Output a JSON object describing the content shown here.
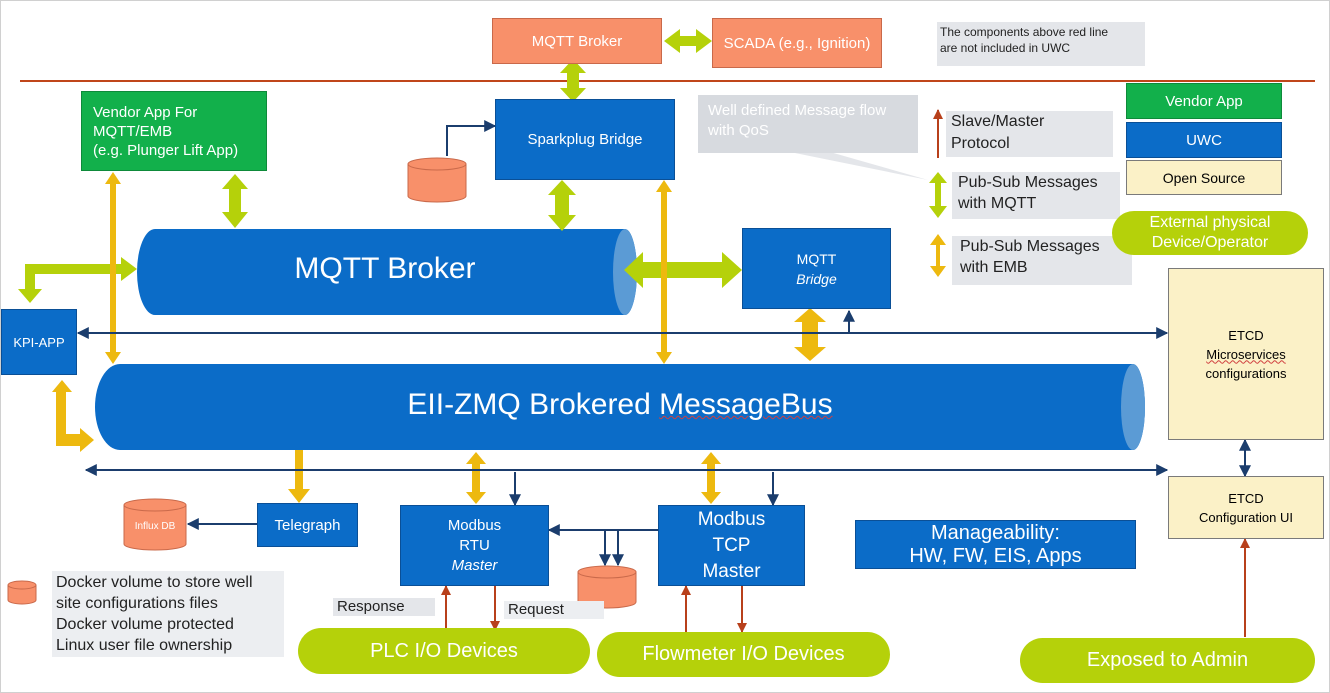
{
  "top": {
    "mqtt_broker": "MQTT Broker",
    "scada": "SCADA (e.g., Ignition)",
    "note": "The components above red line\nare not included in UWC"
  },
  "boxes": {
    "vendor_app": "Vendor App For\nMQTT/EMB\n(e.g.  Plunger Lift App)",
    "sparkplug_bridge": "Sparkplug Bridge",
    "mqtt_bridge_line1": "MQTT",
    "mqtt_bridge_line2": "Bridge",
    "kpi_app": "KPI-APP",
    "telegraph": "Telegraph",
    "influx_db": "Influx DB",
    "modbus_rtu_line1": "Modbus",
    "modbus_rtu_line2": "RTU",
    "modbus_rtu_line3": "Master",
    "modbus_tcp": "Modbus\nTCP\nMaster",
    "manageability": "Manageability:\nHW, FW, EIS, Apps",
    "etcd_micro_line1": "ETCD",
    "etcd_micro_line2": "Microservices",
    "etcd_micro_line3": "configurations",
    "etcd_ui": "ETCD\nConfiguration UI"
  },
  "cylinders": {
    "mqtt_broker": "MQTT Broker",
    "message_bus_prefix": "EII-ZMQ Brokered ",
    "message_bus_word": "MessageBus"
  },
  "legend": {
    "flow_note": "Well defined Message flow\nwith QoS",
    "slave_master": "Slave/Master\nProtocol",
    "pubsub_mqtt": "Pub-Sub Messages\nwith MQTT",
    "pubsub_emb": "Pub-Sub Messages\nwith EMB",
    "vendor_app": "Vendor App",
    "uwc": "UWC",
    "open_source": "Open Source",
    "external": "External physical\nDevice/Operator"
  },
  "labels": {
    "response": "Response",
    "request": "Request",
    "docker_note": "Docker volume to store well\nsite configurations files\nDocker volume protected\nLinux user file ownership"
  },
  "devices": {
    "plc": "PLC I/O Devices",
    "flowmeter": "Flowmeter I/O Devices",
    "admin": "Exposed to Admin"
  },
  "colors": {
    "uwc_blue": "#0b6cc8",
    "vendor_green": "#12b04b",
    "open_source_cream": "#fbf1c7",
    "storage_orange": "#f8906a",
    "mqtt_arrow_green": "#b5d10a",
    "emb_arrow_yellow": "#edb90f",
    "protocol_arrow_red": "#b8401b",
    "navy_line": "#1b3d6d",
    "boundary_red": "#c0461a"
  }
}
